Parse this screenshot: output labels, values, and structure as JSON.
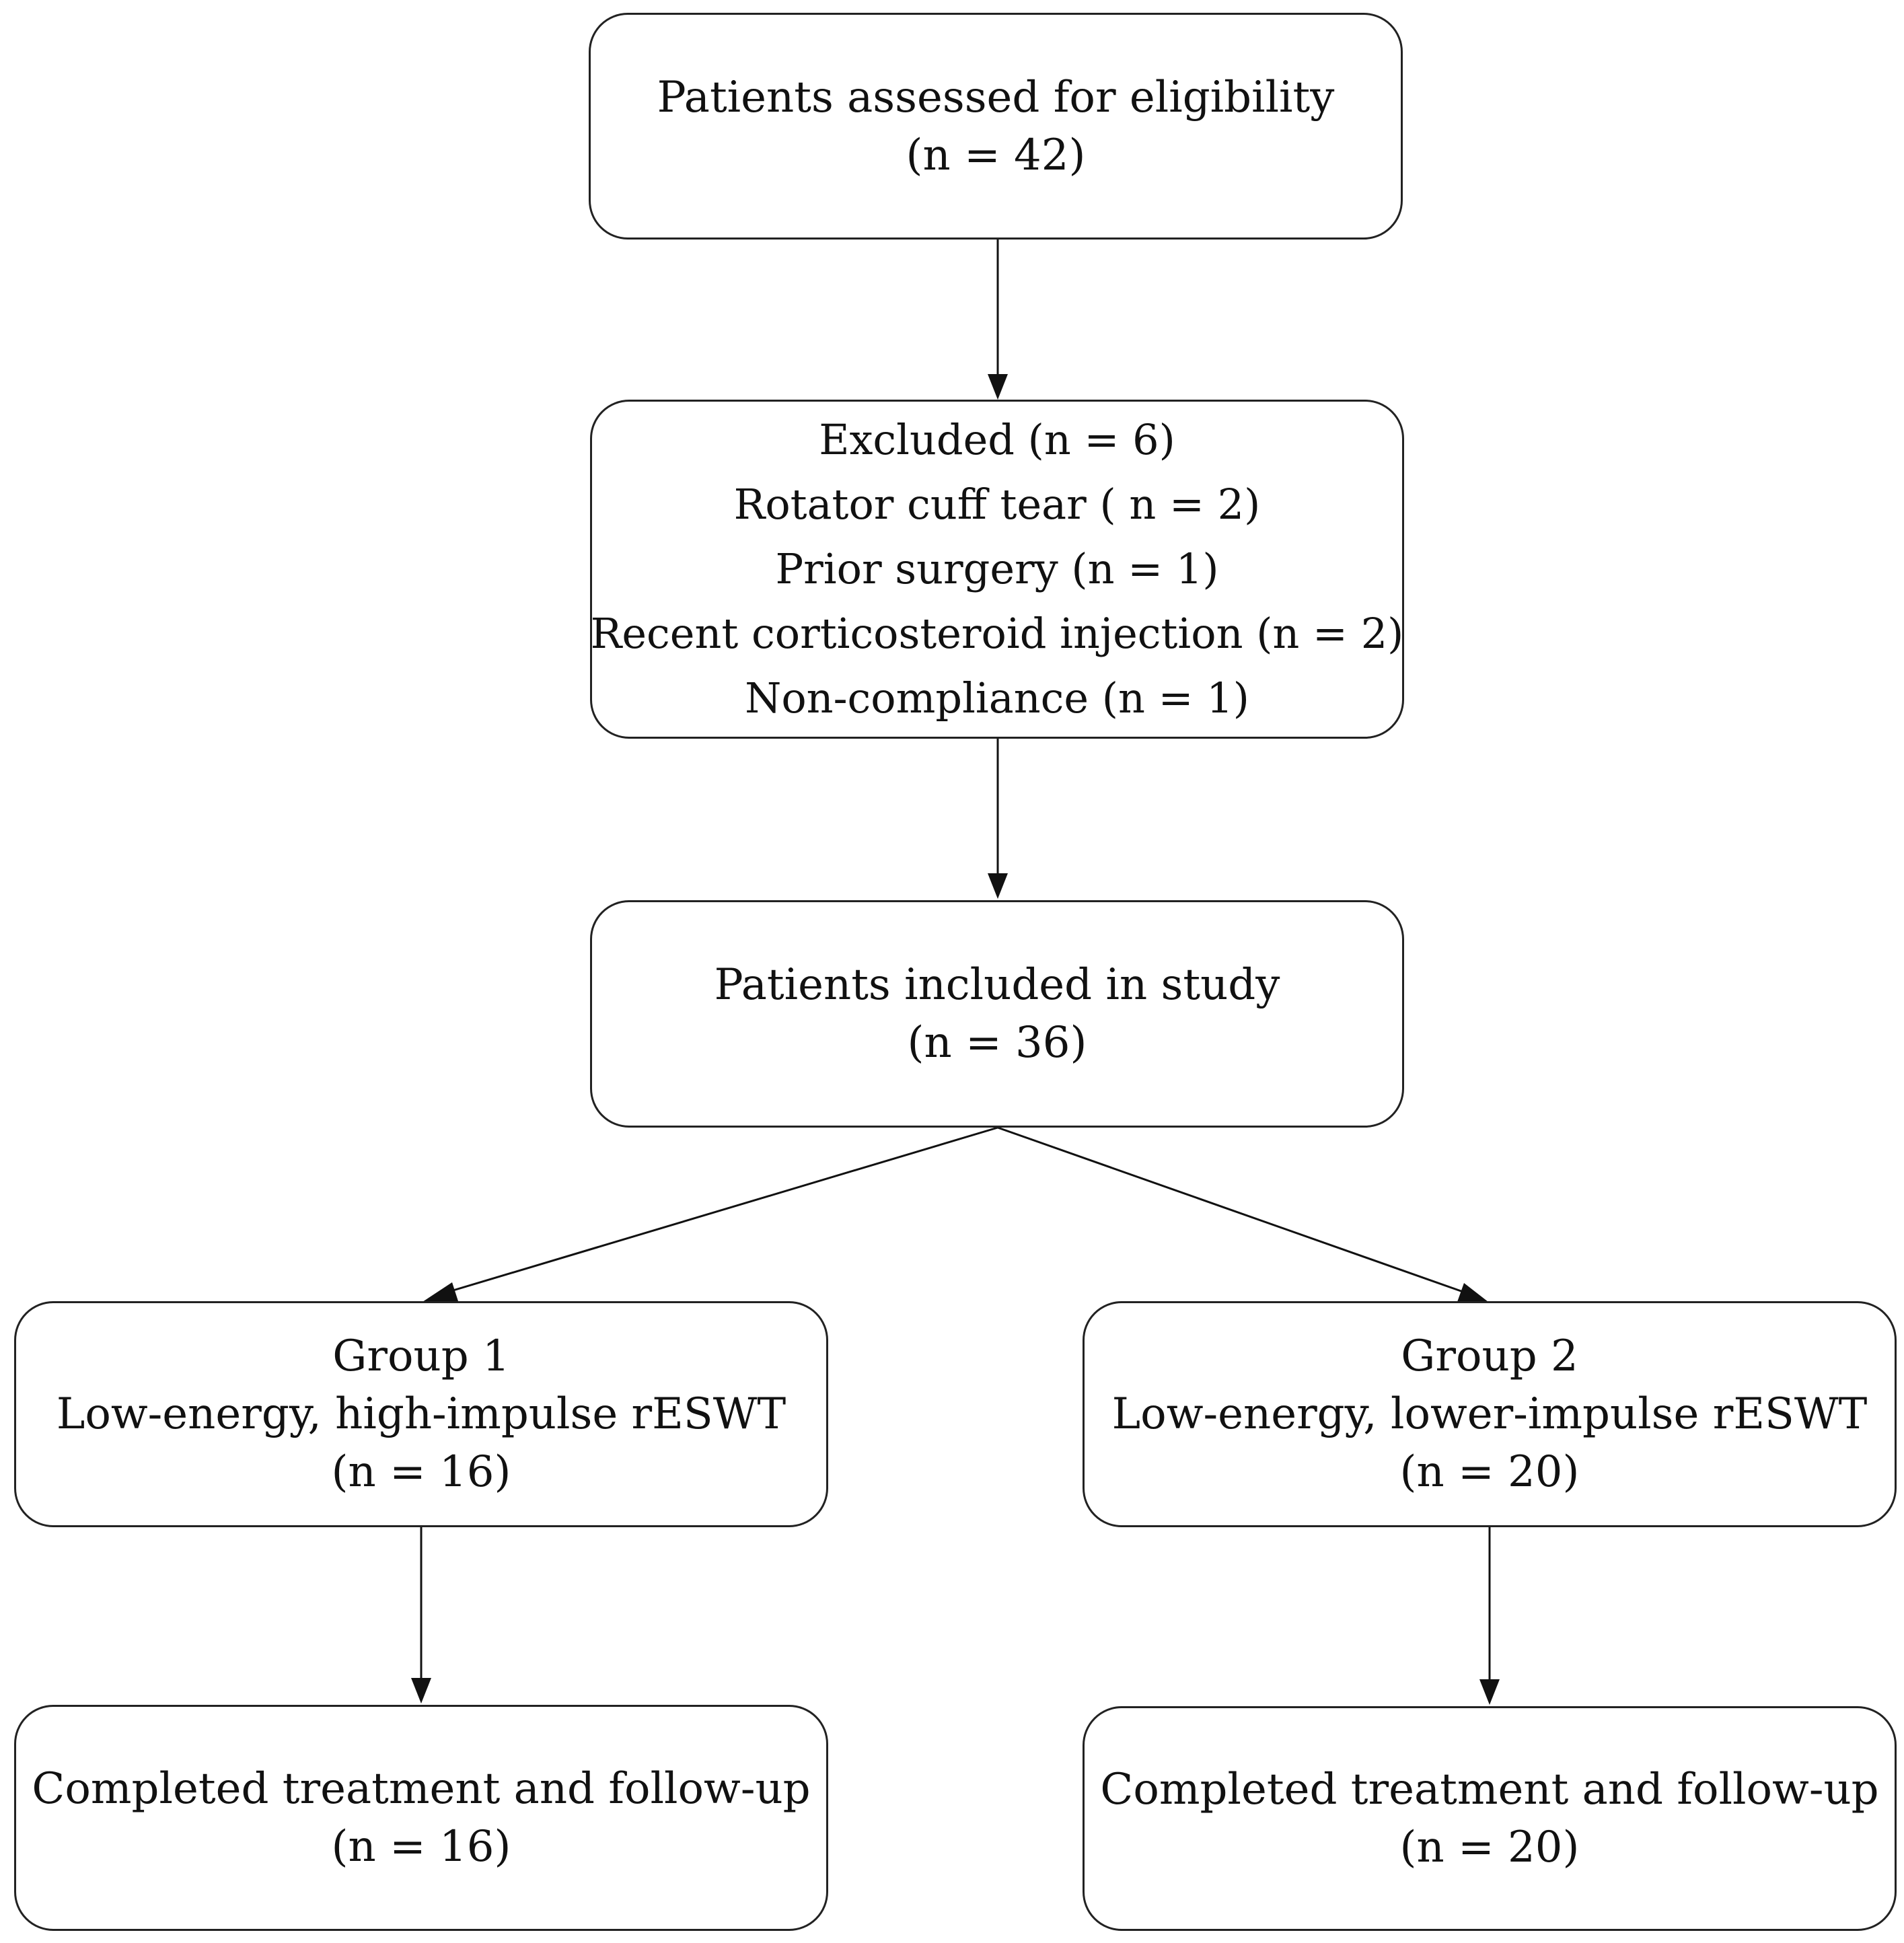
{
  "flowchart": {
    "assessed": {
      "title": "Patients assessed for eligibility",
      "count": "(n = 42)"
    },
    "excluded": {
      "title": "Excluded  (n = 6)",
      "reasons": [
        "Rotator cuff tear ( n = 2)",
        "Prior surgery  (n = 1)",
        "Recent corticosteroid injection (n = 2)",
        "Non-compliance  (n = 1)"
      ]
    },
    "included": {
      "title": "Patients included in study",
      "count": "(n = 36)"
    },
    "group1": {
      "title": "Group 1",
      "treatment": "Low-energy, high-impulse rESWT",
      "count": "(n = 16)"
    },
    "group2": {
      "title": "Group 2",
      "treatment": "Low-energy, lower-impulse rESWT",
      "count": "(n = 20)"
    },
    "completed1": {
      "title": "Completed treatment and follow-up",
      "count": "(n = 16)"
    },
    "completed2": {
      "title": "Completed treatment and follow-up",
      "count": "(n = 20)"
    }
  },
  "colors": {
    "stroke": "#222222",
    "text": "#111111",
    "background": "#ffffff"
  }
}
